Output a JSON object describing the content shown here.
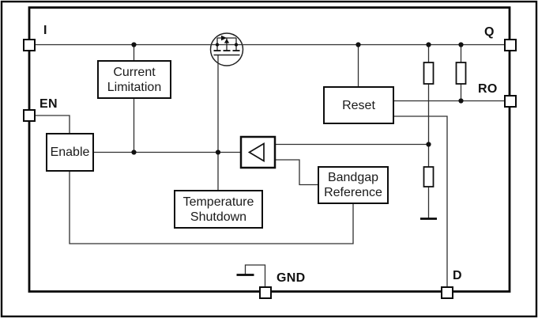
{
  "diagram": {
    "title": "voltage-regulator-block-diagram",
    "blocks": {
      "current_limitation": {
        "label": "Current\nLimitation"
      },
      "enable": {
        "label": "Enable"
      },
      "temperature_shutdown": {
        "label": "Temperature\nShutdown"
      },
      "reset": {
        "label": "Reset"
      },
      "bandgap_reference": {
        "label": "Bandgap\nReference"
      }
    },
    "pins": {
      "i": {
        "label": "I"
      },
      "en": {
        "label": "EN"
      },
      "q": {
        "label": "Q"
      },
      "ro": {
        "label": "RO"
      },
      "gnd": {
        "label": "GND"
      },
      "d": {
        "label": "D"
      }
    },
    "icons": {
      "pass_transistor": "pmos-transistor-icon",
      "error_amplifier": "amplifier-triangle-icon",
      "resistors": [
        "resistor-icon",
        "resistor-icon",
        "resistor-icon"
      ],
      "grounds": [
        "ground-icon",
        "ground-icon"
      ]
    },
    "colors": {
      "wire": "#303030",
      "thick_line": "#0a0a0a",
      "background": "#ffffff"
    }
  }
}
